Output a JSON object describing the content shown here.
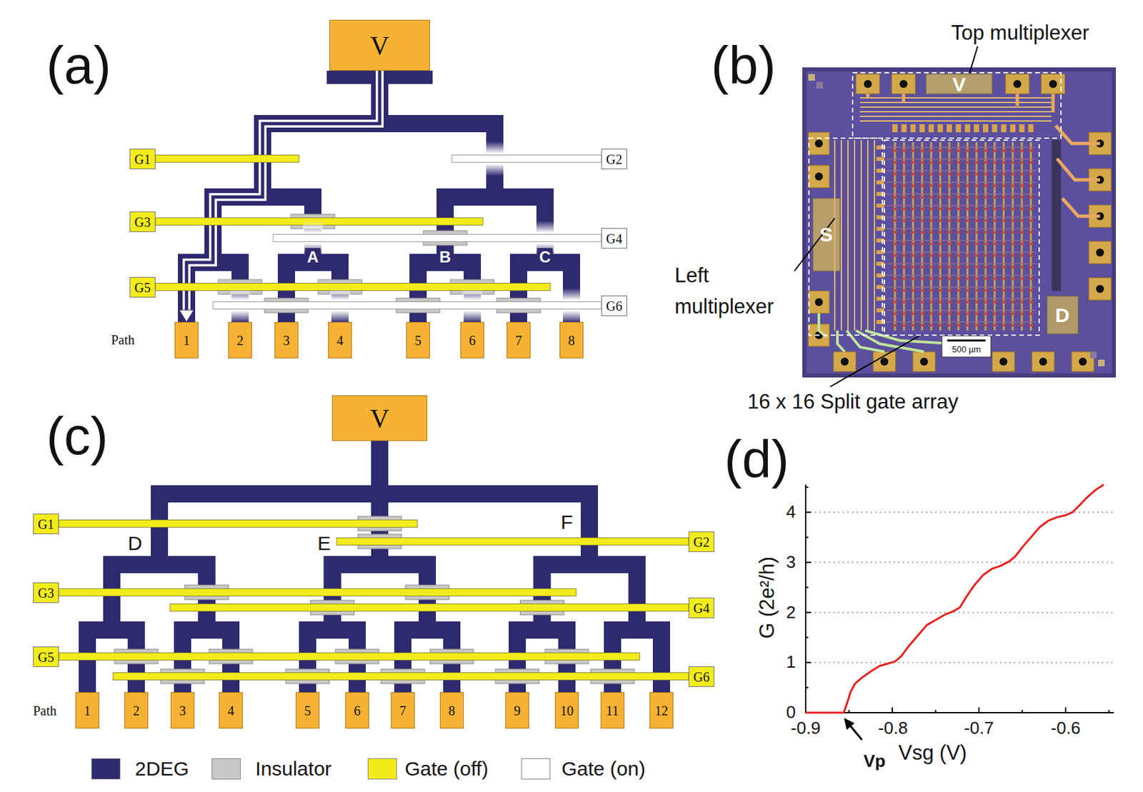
{
  "diagram": {
    "nodes": [
      {
        "text": [
          "V"
        ]
      },
      {
        "text": [
          "G1"
        ]
      },
      {
        "text": [
          "G2"
        ]
      },
      {
        "text": [
          "G3"
        ]
      },
      {
        "text": [
          "G4"
        ]
      },
      {
        "text": [
          "G5"
        ]
      },
      {
        "text": [
          "G6"
        ]
      },
      {
        "text": [
          "1"
        ]
      },
      {
        "text": [
          "2"
        ]
      },
      {
        "text": [
          "3"
        ]
      },
      {
        "text": [
          "4"
        ]
      },
      {
        "text": [
          "5"
        ]
      },
      {
        "text": [
          "6"
        ]
      },
      {
        "text": [
          "7"
        ]
      },
      {
        "text": [
          "8"
        ]
      },
      {
        "text": [
          "V"
        ]
      },
      {
        "text": [
          "G1"
        ]
      },
      {
        "text": [
          "G2"
        ]
      },
      {
        "text": [
          "G3"
        ]
      },
      {
        "text": [
          "G4"
        ]
      },
      {
        "text": [
          "G5"
        ]
      },
      {
        "text": [
          "G6"
        ]
      },
      {
        "text": [
          "1"
        ]
      },
      {
        "text": [
          "2"
        ]
      },
      {
        "text": [
          "3"
        ]
      },
      {
        "text": [
          "4"
        ]
      },
      {
        "text": [
          "5"
        ]
      },
      {
        "text": [
          "6"
        ]
      },
      {
        "text": [
          "7"
        ]
      },
      {
        "text": [
          "8"
        ]
      },
      {
        "text": [
          "9"
        ]
      },
      {
        "text": [
          "10"
        ]
      },
      {
        "text": [
          "11"
        ]
      },
      {
        "text": [
          "12"
        ]
      }
    ],
    "edges": [
      {
        "from": 0,
        "to": 7,
        "arrow": "none"
      },
      {
        "from": 0,
        "to": 8,
        "arrow": "none"
      },
      {
        "from": 0,
        "to": 9,
        "arrow": "none"
      },
      {
        "from": 0,
        "to": 10,
        "arrow": "none"
      },
      {
        "from": 0,
        "to": 11,
        "arrow": "none"
      },
      {
        "from": 0,
        "to": 12,
        "arrow": "none"
      },
      {
        "from": 0,
        "to": 13,
        "arrow": "none"
      },
      {
        "from": 0,
        "to": 14,
        "arrow": "none"
      },
      {
        "from": 0,
        "to": 7,
        "arrow": "to"
      },
      {
        "from": 15,
        "to": 22,
        "arrow": "none"
      },
      {
        "from": 15,
        "to": 23,
        "arrow": "none"
      },
      {
        "from": 15,
        "to": 24,
        "arrow": "none"
      },
      {
        "from": 15,
        "to": 25,
        "arrow": "none"
      },
      {
        "from": 15,
        "to": 26,
        "arrow": "none"
      },
      {
        "from": 15,
        "to": 27,
        "arrow": "none"
      },
      {
        "from": 15,
        "to": 28,
        "arrow": "none"
      },
      {
        "from": 15,
        "to": 29,
        "arrow": "none"
      },
      {
        "from": 15,
        "to": 30,
        "arrow": "none"
      },
      {
        "from": 15,
        "to": 31,
        "arrow": "none"
      },
      {
        "from": 15,
        "to": 32,
        "arrow": "none"
      },
      {
        "from": 15,
        "to": 33,
        "arrow": "none"
      }
    ],
    "labels": [
      "(a)",
      "A",
      "B",
      "C",
      "Path",
      "(b)",
      "Top multiplexer",
      "V",
      "S",
      "D",
      "Left multiplexer",
      "16 x 16 Split gate array",
      "500 µm",
      "(c)",
      "D",
      "E",
      "F",
      "Path",
      "(d)",
      "4",
      "3",
      "2",
      "1",
      "0",
      "-0.9",
      "-0.8",
      "-0.7",
      "-0.6",
      "G (2e²/h)",
      "Vsg (V)",
      "Vp"
    ],
    "legend": [
      {
        "text": "2DEG",
        "color": "#2e2a6e"
      },
      {
        "text": "Insulator",
        "color": "#c8c8c8"
      },
      {
        "text": "Gate (off)",
        "color": "#f2ec1c"
      },
      {
        "text": "Gate (on)",
        "color": "#ffffff"
      }
    ]
  }
}
